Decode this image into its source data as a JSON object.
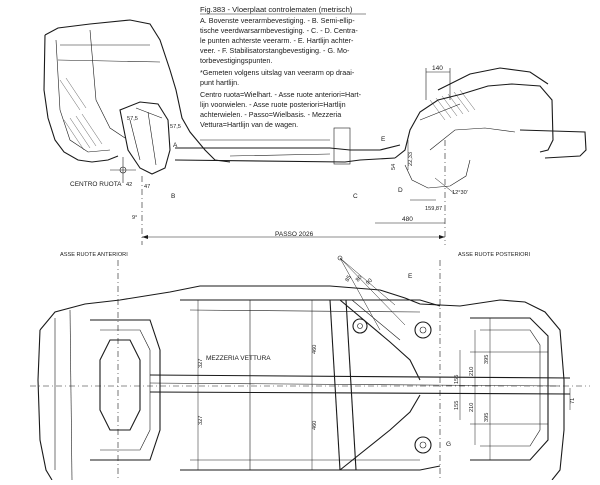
{
  "caption": {
    "title": "Fig.383 - Vloerplaat controlematen (metrisch)",
    "lines": [
      "A. Bovenste veerarmbevestiging. - B. Semi-ellip-",
      "tische veerdwarsarmbevestiging. - C. - D. Centra-",
      "le punten achterste veerarm. - E. Hartlijn achter-",
      "veer. - F. Stabilisatorstangbevestiging. - G. Mo-",
      "torbevestigingspunten.",
      "*Gemeten volgens uitslag van veerarm op draai-",
      "punt hartlijn.",
      "Centro ruota=Wielhart. - Asse ruote anteriori=Hart-",
      "lijn voorwielen. - Asse ruote posteriori=Hartlijn",
      "achterwielen. - Passo=Wielbasis. - Mezzeria",
      "Vettura=Hartlijn van de wagen."
    ]
  },
  "side_view": {
    "labels": {
      "centro_ruota": "CENTRO RUOTA",
      "passo": "PASSO 2026",
      "a": "A",
      "b": "B",
      "c": "C",
      "d": "D",
      "e": "E",
      "dim_140": "140",
      "dim_480": "480",
      "dim_57_5a": "57,5",
      "dim_57_5b": "57,5",
      "dim_42": "42",
      "dim_47": "47",
      "dim_9": "9°",
      "dim_22_33": "22,33",
      "dim_12_30": "12°30'",
      "dim_159_87": "159,87",
      "dim_54": "54"
    }
  },
  "top_view": {
    "labels": {
      "asse_ant": "ASSE RUOTE ANTERIORI",
      "asse_post": "ASSE RUOTE POSTERIORI",
      "mezzeria": "MEZZERIA VETTURA",
      "e": "E",
      "g": "G",
      "dim_327a": "327",
      "dim_327b": "327",
      "dim_460a": "460",
      "dim_460b": "460",
      "dim_155a": "155",
      "dim_155b": "155",
      "dim_210a": "210",
      "dim_210b": "210",
      "dim_395a": "395",
      "dim_395b": "395",
      "dim_85": "85",
      "dim_80": "80",
      "dim_90": "90",
      "dim_71": "71"
    }
  }
}
